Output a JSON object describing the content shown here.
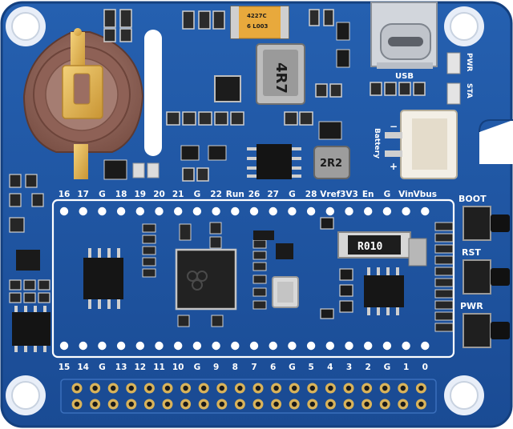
{
  "board": {
    "top_pin_labels": [
      "16",
      "17",
      "G",
      "18",
      "19",
      "20",
      "21",
      "G",
      "22",
      "Run",
      "26",
      "27",
      "G",
      "28",
      "Vref",
      "3V3",
      "En",
      "G",
      "Vin",
      "Vbus"
    ],
    "bottom_pin_labels": [
      "15",
      "14",
      "G",
      "13",
      "12",
      "11",
      "10",
      "G",
      "9",
      "8",
      "7",
      "6",
      "G",
      "5",
      "4",
      "3",
      "2",
      "G",
      "1",
      "0"
    ],
    "buttons": [
      {
        "label": "BOOT"
      },
      {
        "label": "RST"
      },
      {
        "label": "PWR"
      }
    ],
    "usb_label": "USB",
    "pwr_label": "PWR",
    "sta_label": "STA",
    "battery_label": "Battery",
    "battery_minus": "−",
    "battery_plus": "+",
    "inductor_marking": "4R7",
    "inductor2_marking": "2R2",
    "capacitor_marking": "4227C",
    "capacitor_marking2": "6 L003",
    "resistor_marking": "R010"
  },
  "colors": {
    "pcb_blue": "#1d4f9c",
    "pcb_light": "#2a62b4",
    "gold": "#e3b64a",
    "silkscreen": "#ffffff"
  }
}
